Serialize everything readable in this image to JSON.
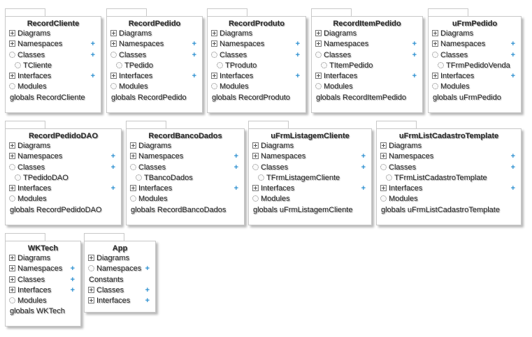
{
  "diagram": {
    "packages": [
      {
        "title": "RecordCliente",
        "rows": [
          {
            "icon": "box",
            "label": "Diagrams",
            "plus": false
          },
          {
            "icon": "box",
            "label": "Namespaces",
            "plus": true
          },
          {
            "icon": "mod",
            "label": "Classes",
            "plus": true
          },
          {
            "icon": "indent",
            "label": "TCliente",
            "plus": false
          },
          {
            "icon": "box",
            "label": "Interfaces",
            "plus": true
          },
          {
            "icon": "mod",
            "label": "Modules",
            "plus": false
          },
          {
            "icon": "none",
            "label": "globals RecordCliente",
            "plus": false
          }
        ]
      },
      {
        "title": "RecordPedido",
        "rows": [
          {
            "icon": "box",
            "label": "Diagrams",
            "plus": false
          },
          {
            "icon": "box",
            "label": "Namespaces",
            "plus": true
          },
          {
            "icon": "mod",
            "label": "Classes",
            "plus": true
          },
          {
            "icon": "indent",
            "label": "TPedido",
            "plus": false
          },
          {
            "icon": "box",
            "label": "Interfaces",
            "plus": true
          },
          {
            "icon": "mod",
            "label": "Modules",
            "plus": false
          },
          {
            "icon": "none",
            "label": "globals RecordPedido",
            "plus": false
          }
        ]
      },
      {
        "title": "RecordProduto",
        "rows": [
          {
            "icon": "box",
            "label": "Diagrams",
            "plus": false
          },
          {
            "icon": "box",
            "label": "Namespaces",
            "plus": true
          },
          {
            "icon": "mod",
            "label": "Classes",
            "plus": true
          },
          {
            "icon": "indent",
            "label": "TProduto",
            "plus": false
          },
          {
            "icon": "box",
            "label": "Interfaces",
            "plus": true
          },
          {
            "icon": "mod",
            "label": "Modules",
            "plus": false
          },
          {
            "icon": "none",
            "label": "globals RecordProduto",
            "plus": false
          }
        ]
      },
      {
        "title": "RecordItemPedido",
        "rows": [
          {
            "icon": "box",
            "label": "Diagrams",
            "plus": false
          },
          {
            "icon": "box",
            "label": "Namespaces",
            "plus": true
          },
          {
            "icon": "mod",
            "label": "Classes",
            "plus": true
          },
          {
            "icon": "indent",
            "label": "TItemPedido",
            "plus": false
          },
          {
            "icon": "box",
            "label": "Interfaces",
            "plus": true
          },
          {
            "icon": "mod",
            "label": "Modules",
            "plus": false
          },
          {
            "icon": "none",
            "label": "globals RecordItemPedido",
            "plus": false
          }
        ]
      },
      {
        "title": "uFrmPedido",
        "rows": [
          {
            "icon": "box",
            "label": "Diagrams",
            "plus": false
          },
          {
            "icon": "box",
            "label": "Namespaces",
            "plus": true
          },
          {
            "icon": "mod",
            "label": "Classes",
            "plus": true
          },
          {
            "icon": "indent",
            "label": "TFrmPedidoVenda",
            "plus": false
          },
          {
            "icon": "box",
            "label": "Interfaces",
            "plus": true
          },
          {
            "icon": "mod",
            "label": "Modules",
            "plus": false
          },
          {
            "icon": "none",
            "label": "globals uFrmPedido",
            "plus": false
          }
        ]
      },
      {
        "title": "RecordPedidoDAO",
        "rows": [
          {
            "icon": "box",
            "label": "Diagrams",
            "plus": false
          },
          {
            "icon": "box",
            "label": "Namespaces",
            "plus": true
          },
          {
            "icon": "mod",
            "label": "Classes",
            "plus": true
          },
          {
            "icon": "indent",
            "label": "TPedidoDAO",
            "plus": false
          },
          {
            "icon": "box",
            "label": "Interfaces",
            "plus": true
          },
          {
            "icon": "mod",
            "label": "Modules",
            "plus": false
          },
          {
            "icon": "none",
            "label": "globals RecordPedidoDAO",
            "plus": false
          }
        ]
      },
      {
        "title": "RecordBancoDados",
        "rows": [
          {
            "icon": "box",
            "label": "Diagrams",
            "plus": false
          },
          {
            "icon": "box",
            "label": "Namespaces",
            "plus": true
          },
          {
            "icon": "mod",
            "label": "Classes",
            "plus": true
          },
          {
            "icon": "indent",
            "label": "TBancoDados",
            "plus": false
          },
          {
            "icon": "box",
            "label": "Interfaces",
            "plus": true
          },
          {
            "icon": "mod",
            "label": "Modules",
            "plus": false
          },
          {
            "icon": "none",
            "label": "globals RecordBancoDados",
            "plus": false
          }
        ]
      },
      {
        "title": "uFrmListagemCliente",
        "rows": [
          {
            "icon": "box",
            "label": "Diagrams",
            "plus": false
          },
          {
            "icon": "box",
            "label": "Namespaces",
            "plus": true
          },
          {
            "icon": "mod",
            "label": "Classes",
            "plus": true
          },
          {
            "icon": "indent",
            "label": "TFrmListagemCliente",
            "plus": false
          },
          {
            "icon": "box",
            "label": "Interfaces",
            "plus": true
          },
          {
            "icon": "mod",
            "label": "Modules",
            "plus": false
          },
          {
            "icon": "none",
            "label": "globals uFrmListagemCliente",
            "plus": false
          }
        ]
      },
      {
        "title": "uFrmListCadastroTemplate",
        "rows": [
          {
            "icon": "box",
            "label": "Diagrams",
            "plus": false
          },
          {
            "icon": "box",
            "label": "Namespaces",
            "plus": true
          },
          {
            "icon": "mod",
            "label": "Classes",
            "plus": true
          },
          {
            "icon": "indent",
            "label": "TFrmListCadastroTemplate",
            "plus": false
          },
          {
            "icon": "box",
            "label": "Interfaces",
            "plus": true
          },
          {
            "icon": "mod",
            "label": "Modules",
            "plus": false
          },
          {
            "icon": "none",
            "label": "globals uFrmListCadastroTemplate",
            "plus": false
          }
        ]
      },
      {
        "title": "WKTech",
        "rows": [
          {
            "icon": "box",
            "label": "Diagrams",
            "plus": false
          },
          {
            "icon": "box",
            "label": "Namespaces",
            "plus": true
          },
          {
            "icon": "box",
            "label": "Classes",
            "plus": true
          },
          {
            "icon": "box",
            "label": "Interfaces",
            "plus": true
          },
          {
            "icon": "mod",
            "label": "Modules",
            "plus": false
          },
          {
            "icon": "none",
            "label": "globals WKTech",
            "plus": false
          }
        ]
      },
      {
        "title": "App",
        "rows": [
          {
            "icon": "box",
            "label": "Diagrams",
            "plus": false
          },
          {
            "icon": "mod",
            "label": "Namespaces",
            "plus": true
          },
          {
            "icon": "none",
            "label": "Constants",
            "plus": false
          },
          {
            "icon": "box",
            "label": "Classes",
            "plus": true
          },
          {
            "icon": "box",
            "label": "Interfaces",
            "plus": true
          }
        ]
      }
    ]
  }
}
